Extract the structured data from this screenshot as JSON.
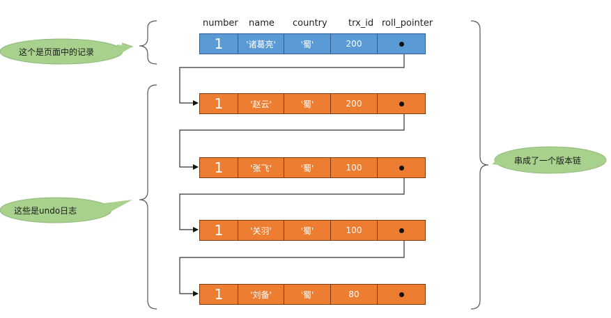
{
  "headers": [
    "number",
    "name",
    "country",
    "trx_id",
    "roll_pointer"
  ],
  "page_record": {
    "number": "1",
    "name": "'诸葛亮'",
    "country": "'蜀'",
    "trx_id": "200"
  },
  "undo_logs": [
    {
      "number": "1",
      "name": "'赵云'",
      "country": "'蜀'",
      "trx_id": "200"
    },
    {
      "number": "1",
      "name": "'张飞'",
      "country": "'蜀'",
      "trx_id": "100"
    },
    {
      "number": "1",
      "name": "'关羽'",
      "country": "'蜀'",
      "trx_id": "100"
    },
    {
      "number": "1",
      "name": "'刘备'",
      "country": "'蜀'",
      "trx_id": "80"
    }
  ],
  "callouts": {
    "page_record": "这个是页面中的记录",
    "undo_logs": "这些是undo日志",
    "version_chain": "串成了一个版本链"
  },
  "colors": {
    "page_record_fill": "#5b9bd5",
    "undo_fill": "#ed7d31",
    "callout_fill": "#a9d18e",
    "line": "#333333"
  }
}
